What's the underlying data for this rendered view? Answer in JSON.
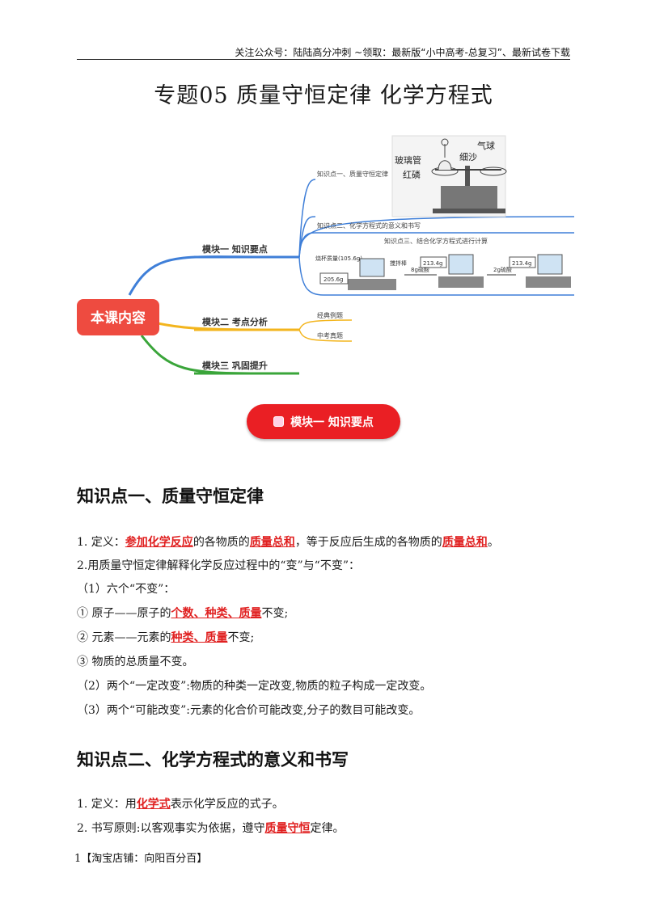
{
  "header": {
    "text": "关注公众号：陆陆高分冲刺  ~领取：最新版“小中高考-总复习”、最新试卷下载"
  },
  "title": "专题05 质量守恒定律 化学方程式",
  "mindmap": {
    "root": "本课内容",
    "branches": [
      {
        "label": "模块一 知识要点",
        "color": "#3f7fd8"
      },
      {
        "label": "模块二 考点分析",
        "color": "#f3b51e"
      },
      {
        "label": "模块三 巩固提升",
        "color": "#3aa53a"
      }
    ],
    "sub1": [
      "知识点一、质量守恒定律",
      "知识点二、化学方程式的意义和书写",
      "知识点三、结合化学方程式进行计算"
    ],
    "sub2": [
      "经典例题",
      "中考真题"
    ],
    "apparatus_labels": [
      "气球",
      "细沙",
      "玻璃管",
      "红磷"
    ],
    "balance_labels": {
      "cup": "烧杯质量(105.6g)",
      "rod": "搅拌棒",
      "r1": "205.6g",
      "r2": "213.4g",
      "r3": "213.4g",
      "add1": "8g硫酸",
      "add2": "2g硫酸"
    }
  },
  "module_button": "模块一 知识要点",
  "sections": [
    {
      "title": "知识点一、质量守恒定律"
    },
    {
      "title": "知识点二、化学方程式的意义和书写"
    }
  ],
  "lines": [
    {
      "parts": [
        {
          "t": "1. 定义："
        },
        {
          "t": "参加化学反应",
          "h": true
        },
        {
          "t": "的各物质的"
        },
        {
          "t": "质量总和",
          "h": true
        },
        {
          "t": "，等于反应后生成的各物质的"
        },
        {
          "t": "质量总和",
          "h": true
        },
        {
          "t": "。"
        }
      ]
    },
    {
      "parts": [
        {
          "t": "2.用质量守恒定律解释化学反应过程中的“变”与“不变”："
        }
      ]
    },
    {
      "parts": [
        {
          "t": "（1）六个“不变”："
        }
      ]
    },
    {
      "parts": [
        {
          "t": "①  原子——原子的"
        },
        {
          "t": "个数、种类、质量",
          "h": true
        },
        {
          "t": "不变;"
        }
      ]
    },
    {
      "parts": [
        {
          "t": "②  元素——元素的"
        },
        {
          "t": "种类、质量",
          "h": true
        },
        {
          "t": "不变;"
        }
      ]
    },
    {
      "parts": [
        {
          "t": "③  物质的总质量不变。"
        }
      ]
    },
    {
      "parts": [
        {
          "t": "（2）两个“一定改变”:物质的种类一定改变,物质的粒子构成一定改变。"
        }
      ]
    },
    {
      "parts": [
        {
          "t": "（3）两个“可能改变”:元素的化合价可能改变,分子的数目可能改变。"
        }
      ]
    },
    {
      "parts": [
        {
          "t": "1. 定义：用"
        },
        {
          "t": "化学式",
          "h": true
        },
        {
          "t": "表示化学反应的式子。"
        }
      ]
    },
    {
      "parts": [
        {
          "t": "2. 书写原则:以客观事实为依据，遵守"
        },
        {
          "t": "质量守恒",
          "h": true
        },
        {
          "t": "定律。"
        }
      ]
    }
  ],
  "footer": "1【淘宝店铺：向阳百分百】"
}
